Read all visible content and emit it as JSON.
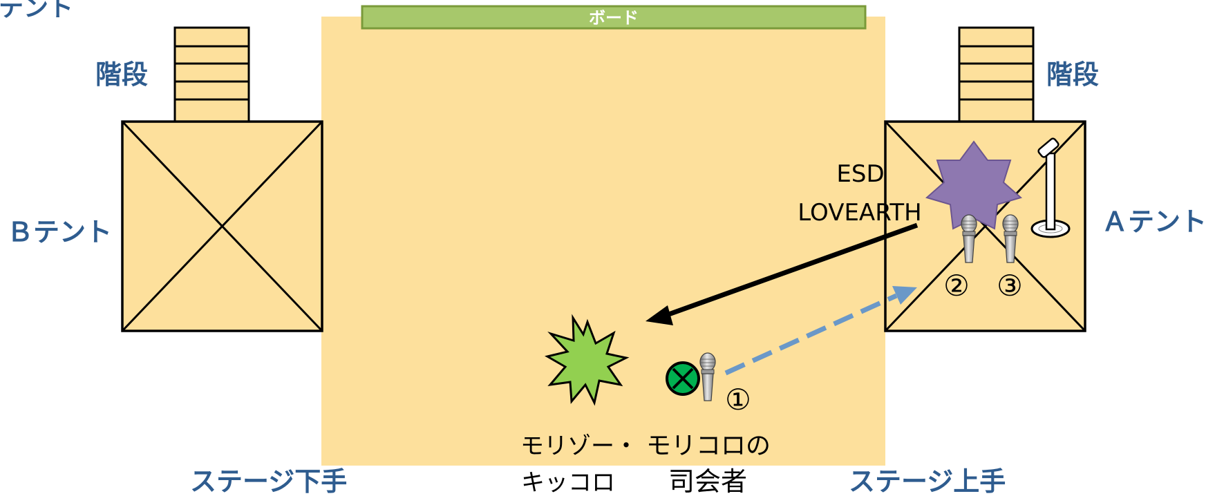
{
  "labels": {
    "top_left_partial": "テント",
    "board": "ボード",
    "stairs_left": "階段",
    "stairs_right": "階段",
    "tent_b": "Ｂテント",
    "tent_a": "Ａテント",
    "stage_left": "ステージ下手",
    "stage_right": "ステージ上手",
    "esd_line1": "ESD",
    "esd_line2": "LOVEARTH",
    "morizo_line1": "モリゾー・",
    "morizo_line2": "キッコロ",
    "mc_line1": "モリコロの",
    "mc_line2": "司会者",
    "mic_1": "①",
    "mic_2": "②",
    "mic_3": "③"
  },
  "colors": {
    "stage_fill": "#fde09c",
    "board_fill": "#a7c86b",
    "board_border": "#7a9a3a",
    "label_blue": "#2e5c8f",
    "purple_star": "#8e78b0",
    "green_burst": "#92d050",
    "mc_marker": "#00b050",
    "dashed_arrow": "#6a98c8"
  },
  "icons": {
    "mic": "handheld-microphone-icon",
    "stand_mic": "microphone-stand-icon",
    "mc_marker": "circled-x-marker-icon"
  }
}
